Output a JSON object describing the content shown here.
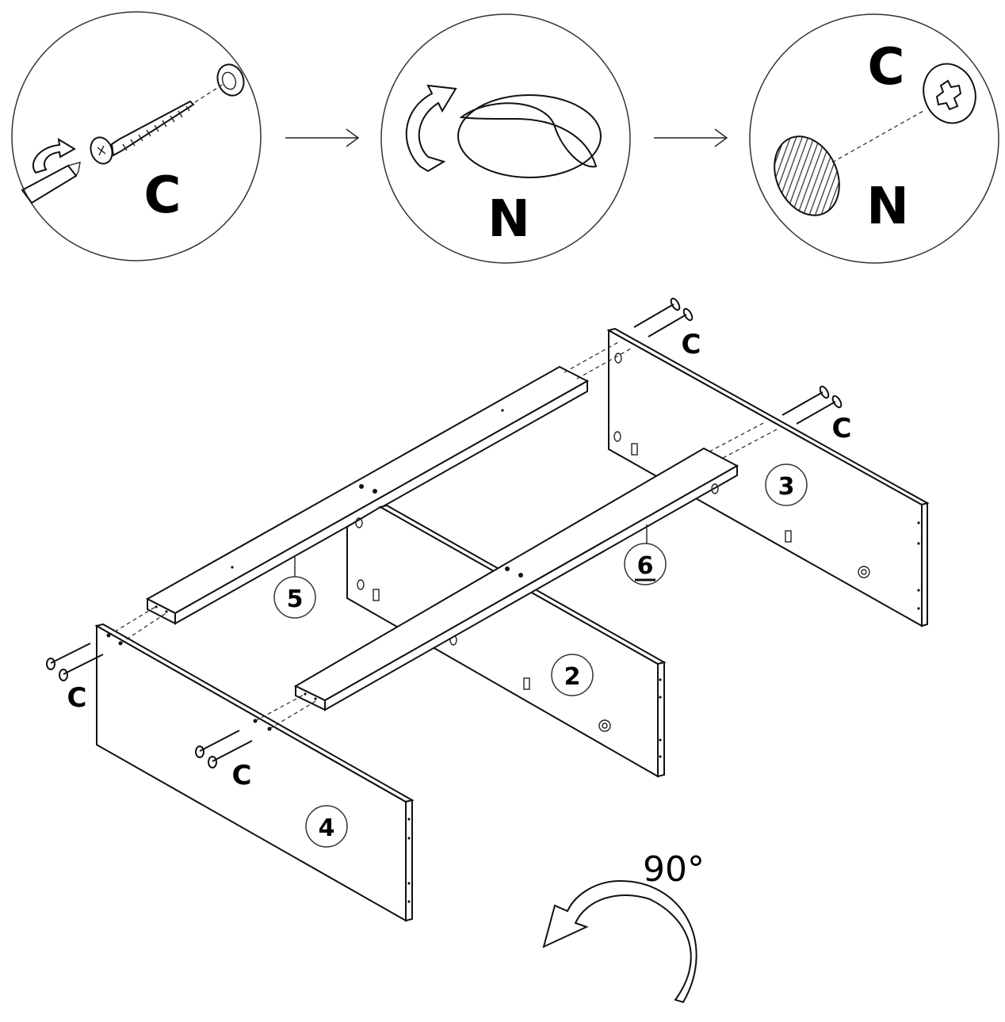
{
  "steps": [
    {
      "label": "C"
    },
    {
      "label": "N"
    },
    {
      "label": "C",
      "label2": "N"
    }
  ],
  "parts": {
    "p2": "2",
    "p3": "3",
    "p4": "4",
    "p5": "5",
    "p6": "6"
  },
  "screws": {
    "top_right_a": "C",
    "top_right_b": "C",
    "left_a": "C",
    "left_b": "C"
  },
  "rotation": {
    "text": "90°"
  }
}
